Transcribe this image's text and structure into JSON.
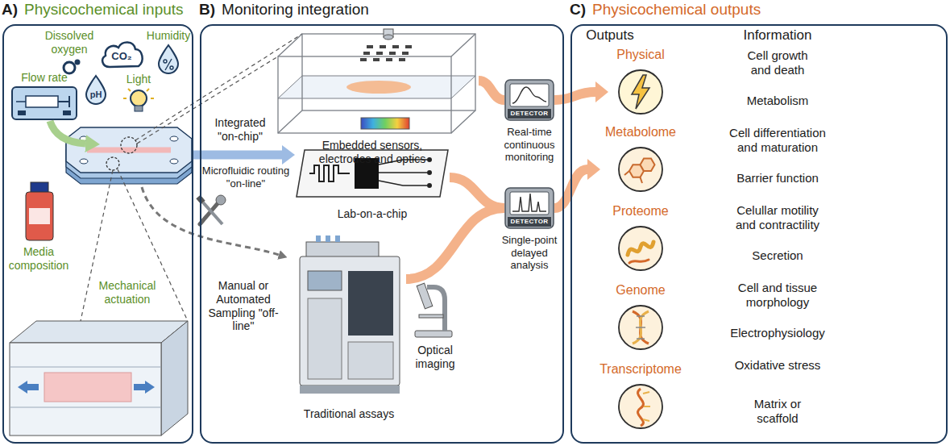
{
  "diagram": {
    "nodes": [
      {
        "text": [
          "A)",
          "Physicochemical inputs"
        ]
      },
      {
        "text": [
          "CO₂"
        ],
        "in": 0
      },
      {
        "text": [
          "pH"
        ],
        "in": 0
      },
      {
        "text": [
          "B)",
          "Monitoring integration"
        ]
      },
      {
        "text": [
          "Embedded sensors, electrodes and optics"
        ],
        "in": 3
      },
      {
        "text": [
          "DETECTOR",
          "Real-time continuous monitoring"
        ],
        "in": 3
      },
      {
        "text": [
          "Lab-on-a-chip"
        ],
        "in": 3
      },
      {
        "text": [
          "DETECTOR",
          "Single-point delayed analysis"
        ],
        "in": 3
      },
      {
        "text": [
          "Traditional assays"
        ],
        "in": 3
      },
      {
        "text": [
          "C)",
          "Physicochemical outputs"
        ]
      },
      {
        "text": [
          "Physical"
        ],
        "in": 9
      },
      {
        "text": [
          "Metabolome"
        ],
        "in": 9
      },
      {
        "text": [
          "Proteome"
        ],
        "in": 9
      },
      {
        "text": [
          "Genome"
        ],
        "in": 9
      },
      {
        "text": [
          "Transcriptome"
        ],
        "in": 9
      }
    ],
    "edges": [
      {
        "from": 4,
        "to": 5,
        "arrow": "none"
      },
      {
        "from": 5,
        "to": 10,
        "arrow": "to"
      },
      {
        "from": 6,
        "to": 7,
        "arrow": "none"
      },
      {
        "from": 8,
        "to": 7,
        "arrow": "none"
      },
      {
        "from": 7,
        "to": 11,
        "arrow": "to"
      }
    ],
    "labels": [
      "Dissolved oxygen",
      "Humidity",
      "Flow rate",
      "Light",
      "Media composition",
      "Mechanical actuation",
      "Integrated \"on-chip\"",
      "Microfluidic routing \"on-line\"",
      "Manual or Automated Sampling \"off-line\"",
      "Optical imaging",
      "Outputs",
      "Information",
      "Cell growth and death",
      "Metabolism",
      "Cell differentiation and maturation",
      "Barrier function",
      "Celullar motility and contractility",
      "Secretion",
      "Cell and tissue morphology",
      "Electrophysiology",
      "Oxidative stress",
      "Matrix or scaffold"
    ]
  }
}
